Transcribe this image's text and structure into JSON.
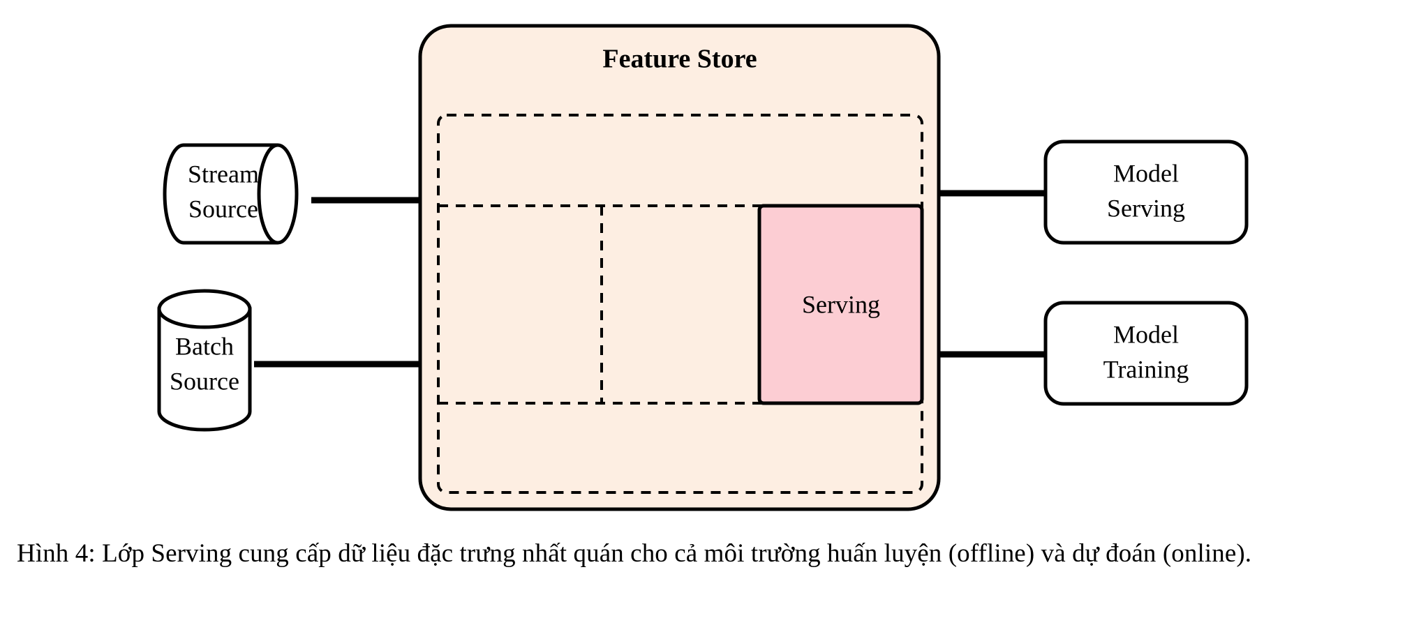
{
  "figure": {
    "caption": "Hình 4: Lớp Serving cung cấp dữ liệu đặc trưng nhất quán cho cả môi trường huấn luyện (offline) và dự đoán (online).",
    "background_color": "#ffffff"
  },
  "colors": {
    "feature_store_fill": "#fdeee2",
    "serving_fill": "#fccdd3",
    "node_fill": "#ffffff",
    "stroke": "#000000"
  },
  "feature_store": {
    "title": "Feature Store",
    "inner_cell_label": "Serving"
  },
  "sources": [
    {
      "id": "stream-source",
      "line1": "Stream",
      "line2": "Source",
      "shape": "horizontal-cylinder"
    },
    {
      "id": "batch-source",
      "line1": "Batch",
      "line2": "Source",
      "shape": "vertical-cylinder"
    }
  ],
  "consumers": [
    {
      "id": "model-serving",
      "line1": "Model",
      "line2": "Serving",
      "shape": "rounded-rect"
    },
    {
      "id": "model-training",
      "line1": "Model",
      "line2": "Training",
      "shape": "rounded-rect"
    }
  ],
  "edges": [
    {
      "id": "stream-to-store",
      "from": "stream-source",
      "to": "feature-store"
    },
    {
      "id": "batch-to-store",
      "from": "batch-source",
      "to": "feature-store"
    },
    {
      "id": "store-to-model-serving",
      "from": "feature-store",
      "to": "model-serving"
    },
    {
      "id": "store-to-model-training",
      "from": "feature-store",
      "to": "model-training"
    }
  ]
}
